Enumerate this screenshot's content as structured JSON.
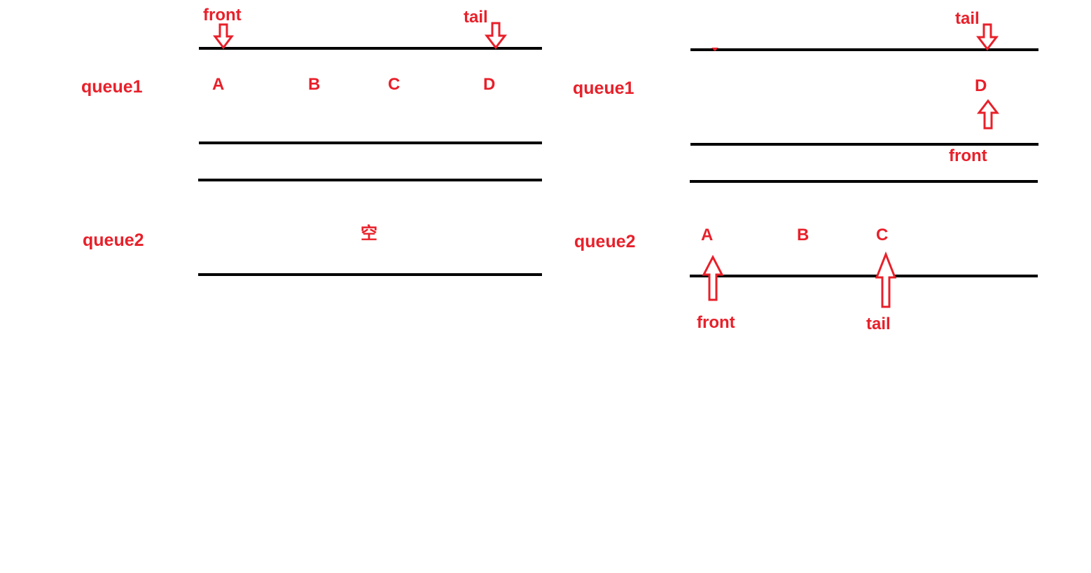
{
  "colors": {
    "accent": "#e8202a",
    "line": "#000000"
  },
  "left": {
    "queue1": {
      "label": "queue1",
      "elements": [
        "A",
        "B",
        "C",
        "D"
      ],
      "front_label": "front",
      "tail_label": "tail"
    },
    "queue2": {
      "label": "queue2",
      "empty_label": "空"
    }
  },
  "right": {
    "queue1": {
      "label": "queue1",
      "elements": [
        "D"
      ],
      "front_label": "front",
      "tail_label": "tail"
    },
    "queue2": {
      "label": "queue2",
      "elements": [
        "A",
        "B",
        "C"
      ],
      "front_label": "front",
      "tail_label": "tail"
    }
  }
}
